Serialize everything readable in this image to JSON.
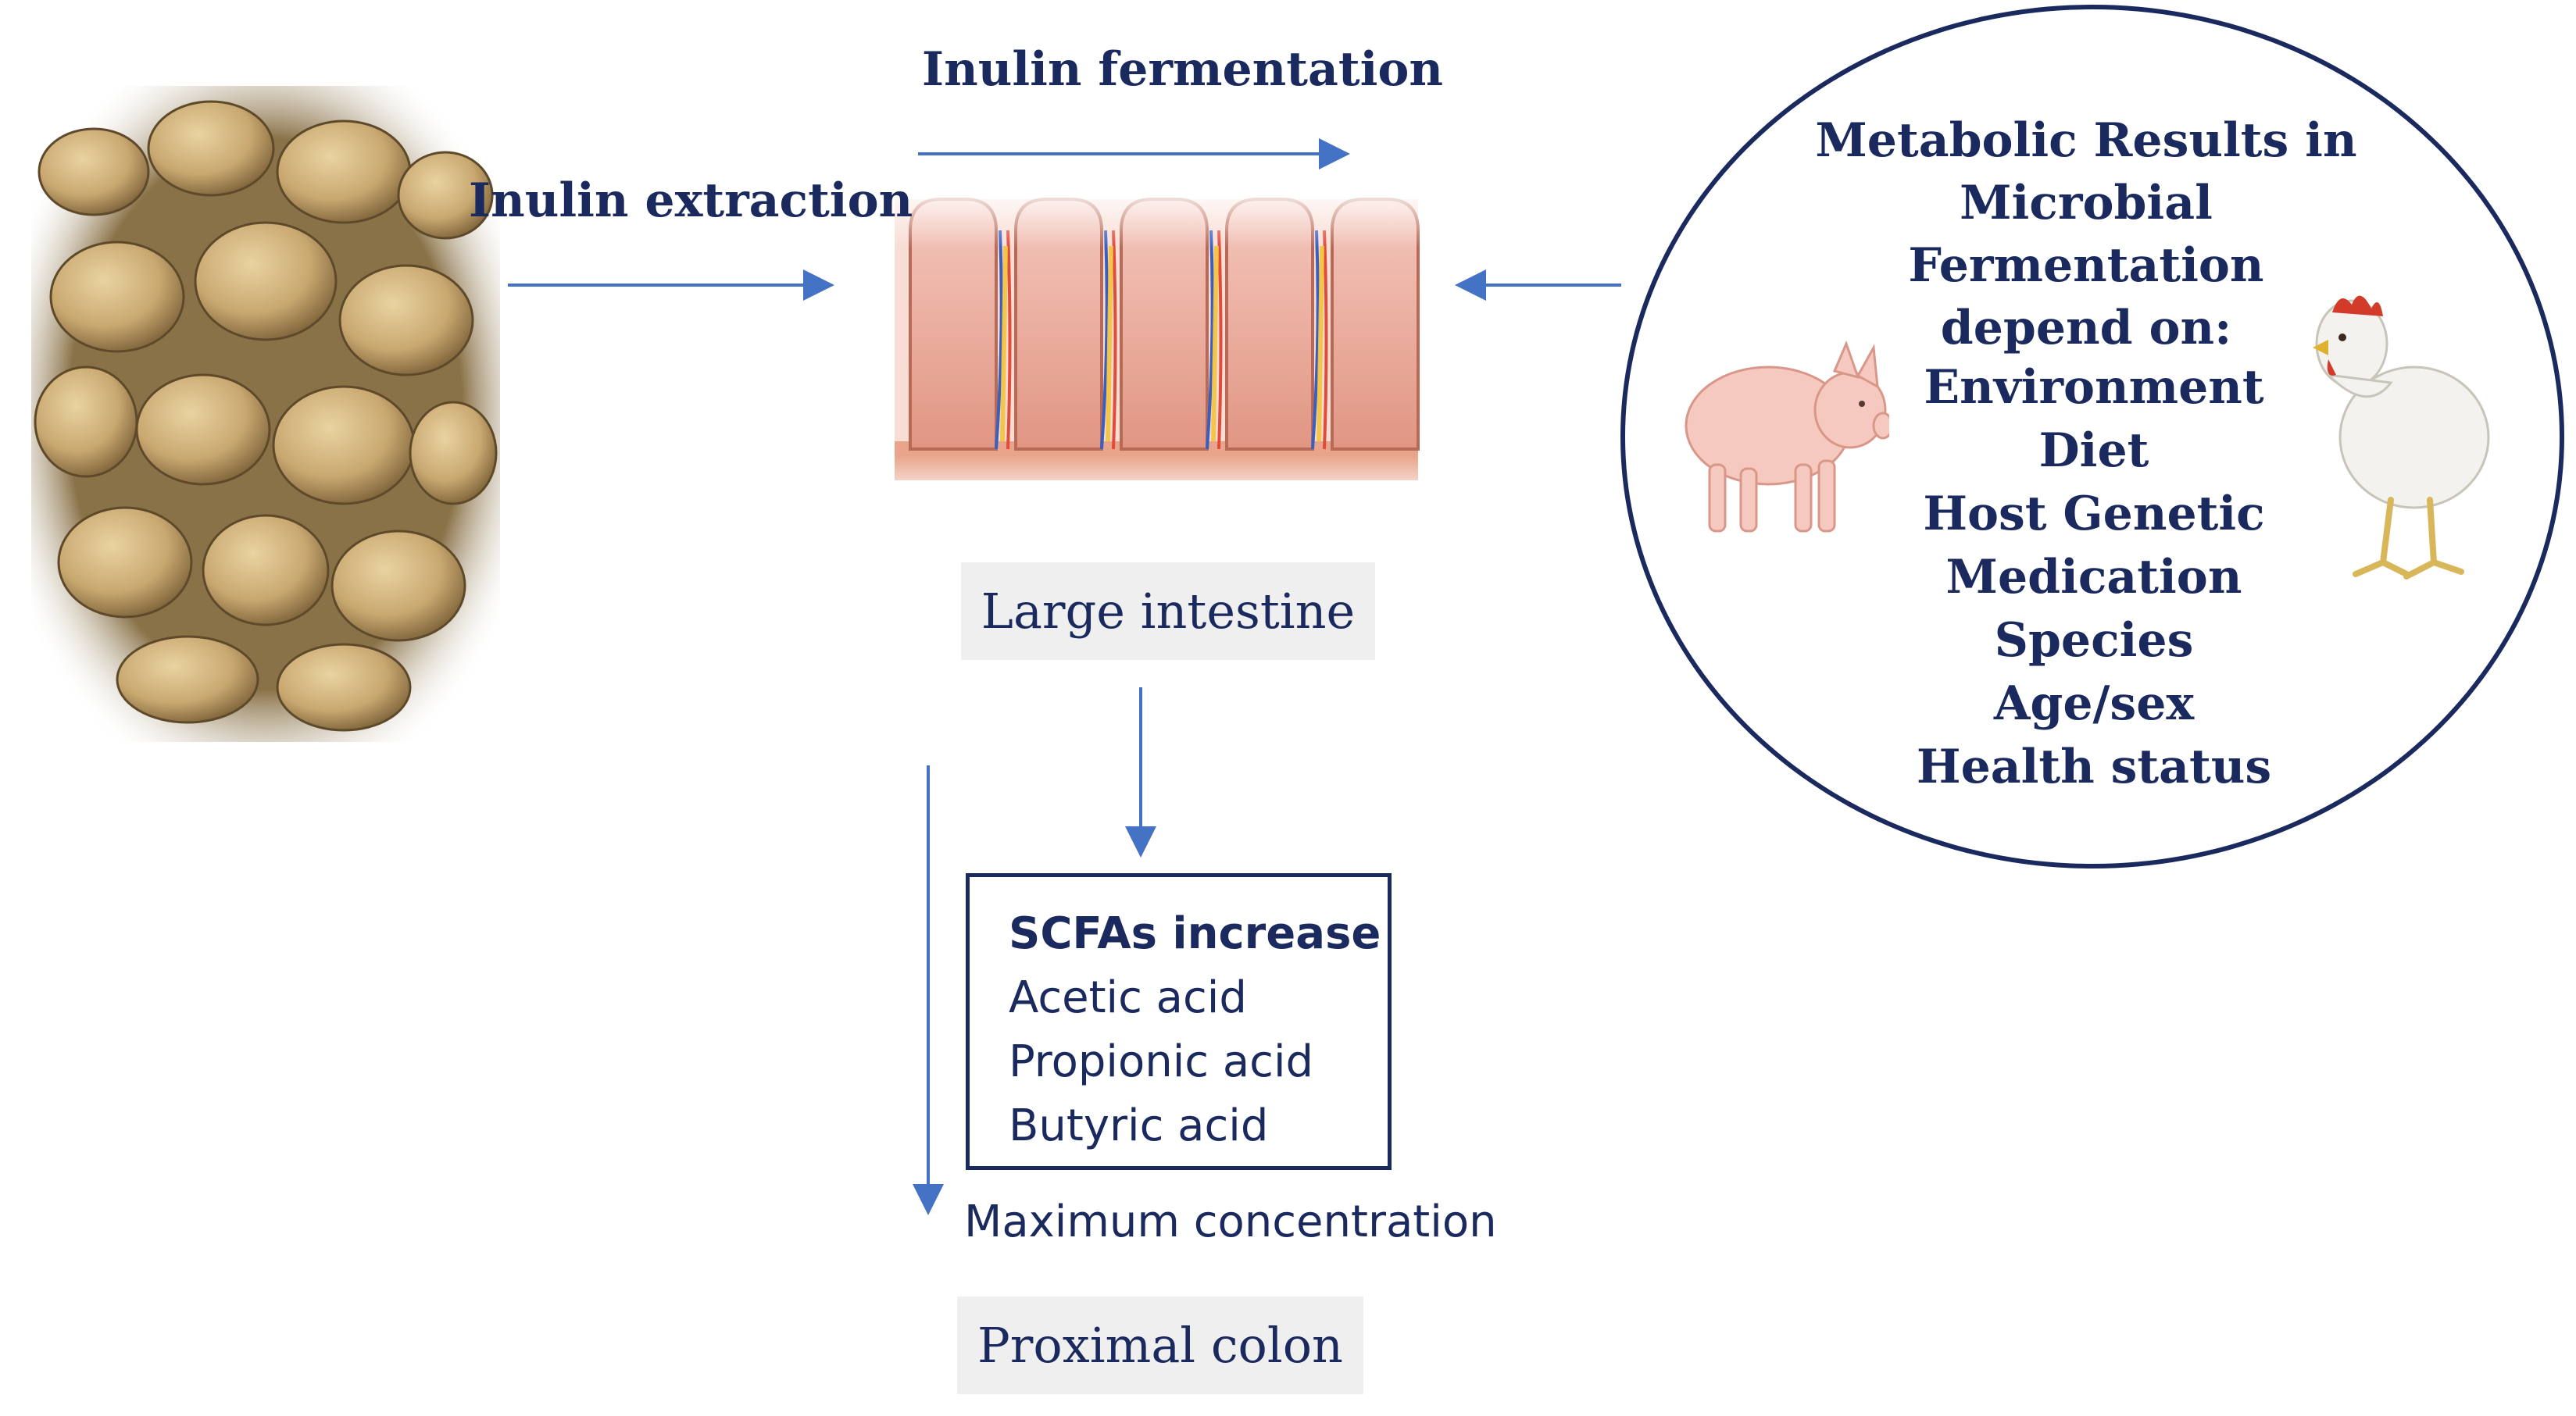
{
  "labels": {
    "inulin_extraction": "Inulin extraction",
    "inulin_fermentation": "Inulin fermentation",
    "large_intestine": "Large intestine",
    "proximal_colon": "Proximal colon",
    "maximum_concentration": "Maximum concentration"
  },
  "scfa": {
    "title": "SCFAs increase",
    "items": [
      "Acetic acid",
      "Propionic acid",
      "Butyric acid"
    ]
  },
  "circle": {
    "title_lines": [
      "Metabolic Results in",
      "Microbial Fermentation",
      "depend on:"
    ],
    "factors": [
      "Environment",
      "Diet",
      "Host Genetic",
      "Medication",
      "Species",
      "Age/sex",
      "Health status"
    ]
  },
  "colors": {
    "text": "#1b2a5e",
    "arrow": "#4472c4",
    "label_bg": "#efefef"
  },
  "icons": {
    "tubers": "jerusalem-artichoke-tubers-image",
    "intestine": "intestinal-villi-illustration",
    "pig": "pig-image",
    "chicken": "chicken-image"
  }
}
